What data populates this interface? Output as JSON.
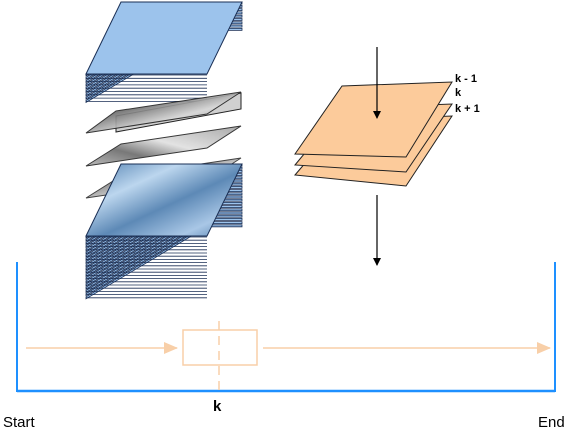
{
  "slice_labels": {
    "prev": "k - 1",
    "current": "k",
    "next": "k + 1"
  },
  "timeline": {
    "start_label": "Start",
    "end_label": "End",
    "marker_label": "k"
  },
  "colors": {
    "volume_blue": "#9cc3ec",
    "slice_peach": "#fccb9b",
    "timeline_blue": "#1e90ff",
    "progress_arrow": "#f8cfa8",
    "slice_grey": "#9a9a9a"
  }
}
